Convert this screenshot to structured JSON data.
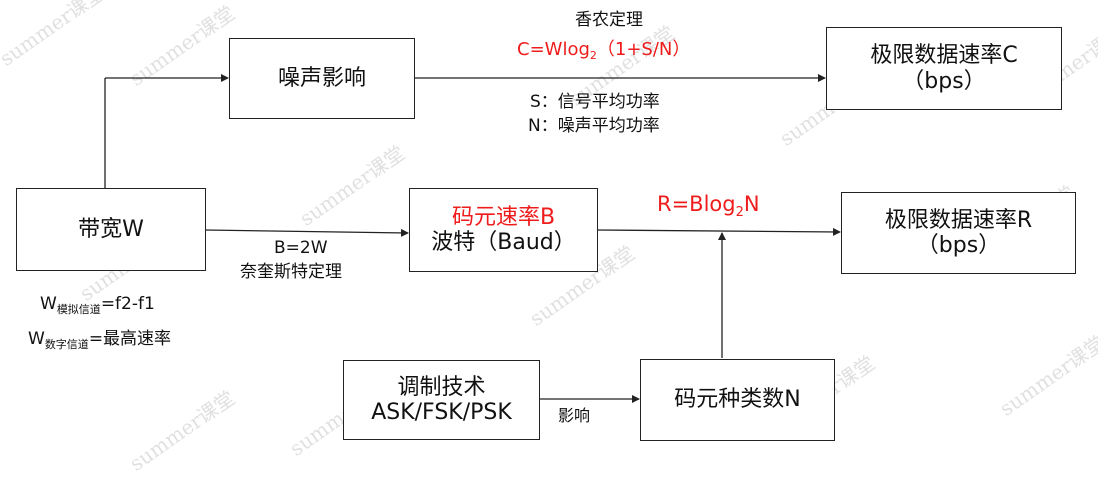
{
  "boxes": {
    "noise": "噪声影响",
    "limit_c_line1": "极限数据速率C",
    "limit_c_line2": "（bps）",
    "bandwidth": "带宽W",
    "symbol_rate_line1": "码元速率B",
    "symbol_rate_line2": "波特（Baud）",
    "limit_r_line1": "极限数据速率R",
    "limit_r_line2": "（bps）",
    "modulation_line1": "调制技术",
    "modulation_line2": "ASK/FSK/PSK",
    "symbol_types": "码元种类数N"
  },
  "labels": {
    "shannon_title": "香农定理",
    "shannon_formula_prefix": "C=Wlog",
    "shannon_formula_sub": "2",
    "shannon_formula_suffix": "（1+S/N）",
    "s_def": "S：信号平均功率",
    "n_def": "N：噪声平均功率",
    "b_formula": "B=2W",
    "nyquist": "奈奎斯特定理",
    "r_formula_prefix": "R=Blog",
    "r_formula_sub": "2",
    "r_formula_suffix": "N",
    "w_analog_main": "W",
    "w_analog_sub": "模拟信道",
    "w_analog_rest": "=f2-f1",
    "w_digital_main": "W",
    "w_digital_sub": "数字信道",
    "w_digital_rest": "=最高速率",
    "influence": "影响"
  },
  "watermark": "summer课堂",
  "colors": {
    "accent": "#ee1c1c",
    "line": "#222222"
  }
}
